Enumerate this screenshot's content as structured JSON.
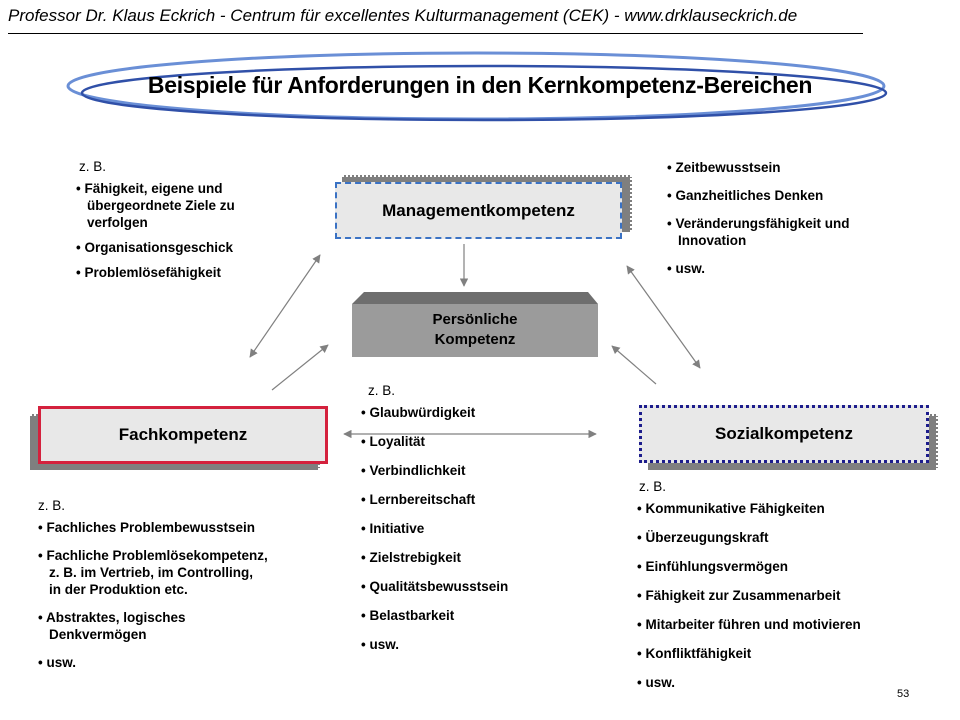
{
  "header": "Professor Dr. Klaus Eckrich - Centrum für excellentes Kulturmanagement (CEK) - www.drklauseckrich.de",
  "title": "Beispiele für Anforderungen in den Kernkompetenz-Bereichen",
  "boxes": {
    "management": "Managementkompetenz",
    "fach": "Fachkompetenz",
    "sozial": "Sozialkompetenz",
    "persoenlich": "Persönliche\nKompetenz"
  },
  "lists": {
    "management_left": {
      "zb": "z. B.",
      "items": [
        "Fähigkeit, eigene und\nübergeordnete Ziele zu\nverfolgen",
        "Organisationsgeschick",
        "Problemlösefähigkeit"
      ]
    },
    "management_right": {
      "items": [
        "Zeitbewusstsein",
        "Ganzheitliches Denken",
        "Veränderungsfähigkeit und\nInnovation",
        "usw."
      ]
    },
    "persoenlich": {
      "zb": "z. B.",
      "items": [
        "Glaubwürdigkeit",
        "Loyalität",
        "Verbindlichkeit",
        "Lernbereitschaft",
        "Initiative",
        "Zielstrebigkeit",
        "Qualitätsbewusstsein",
        "Belastbarkeit",
        "usw."
      ]
    },
    "fach": {
      "zb": "z. B.",
      "items": [
        "Fachliches Problembewusstsein",
        "Fachliche Problemlösekompetenz,\nz. B. im Vertrieb, im Controlling,\nin der Produktion etc.",
        "Abstraktes, logisches\nDenkvermögen",
        "usw."
      ]
    },
    "sozial": {
      "zb": "z. B.",
      "items": [
        "Kommunikative Fähigkeiten",
        "Überzeugungskraft",
        "Einfühlungsvermögen",
        "Fähigkeit zur Zusammenarbeit",
        "Mitarbeiter führen und motivieren",
        "Konfliktfähigkeit",
        "usw."
      ]
    }
  },
  "page_number": "53",
  "colors": {
    "ellipse_outer": "#6a8fd6",
    "ellipse_inner": "#3050a8",
    "management_border": "#3a72c4",
    "fach_border": "#d4213d",
    "sozial_border": "#1c1c8c",
    "box_fill": "#e8e8e8",
    "shadow": "#7f7f7f",
    "arrow": "#808080"
  }
}
